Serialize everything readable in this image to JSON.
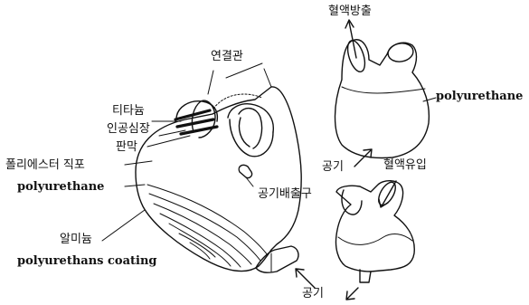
{
  "labels": {
    "connecting_tube": "연결관",
    "titanium": "티타늄",
    "artificial_heart": "인공심장",
    "valve": "판막",
    "polyester_fabric": "폴리에스터 직포",
    "polyurethane_left": "polyurethane",
    "aluminum": "알미늄",
    "polyurethans_coating": "polyurethans coating",
    "air_outlet": "공기배출구",
    "blood_ejection": "혈액방출",
    "polyurethane_right": "polyurethane",
    "air_top": "공기",
    "blood_inflow": "혈액유입",
    "air_bottom": "공기"
  }
}
